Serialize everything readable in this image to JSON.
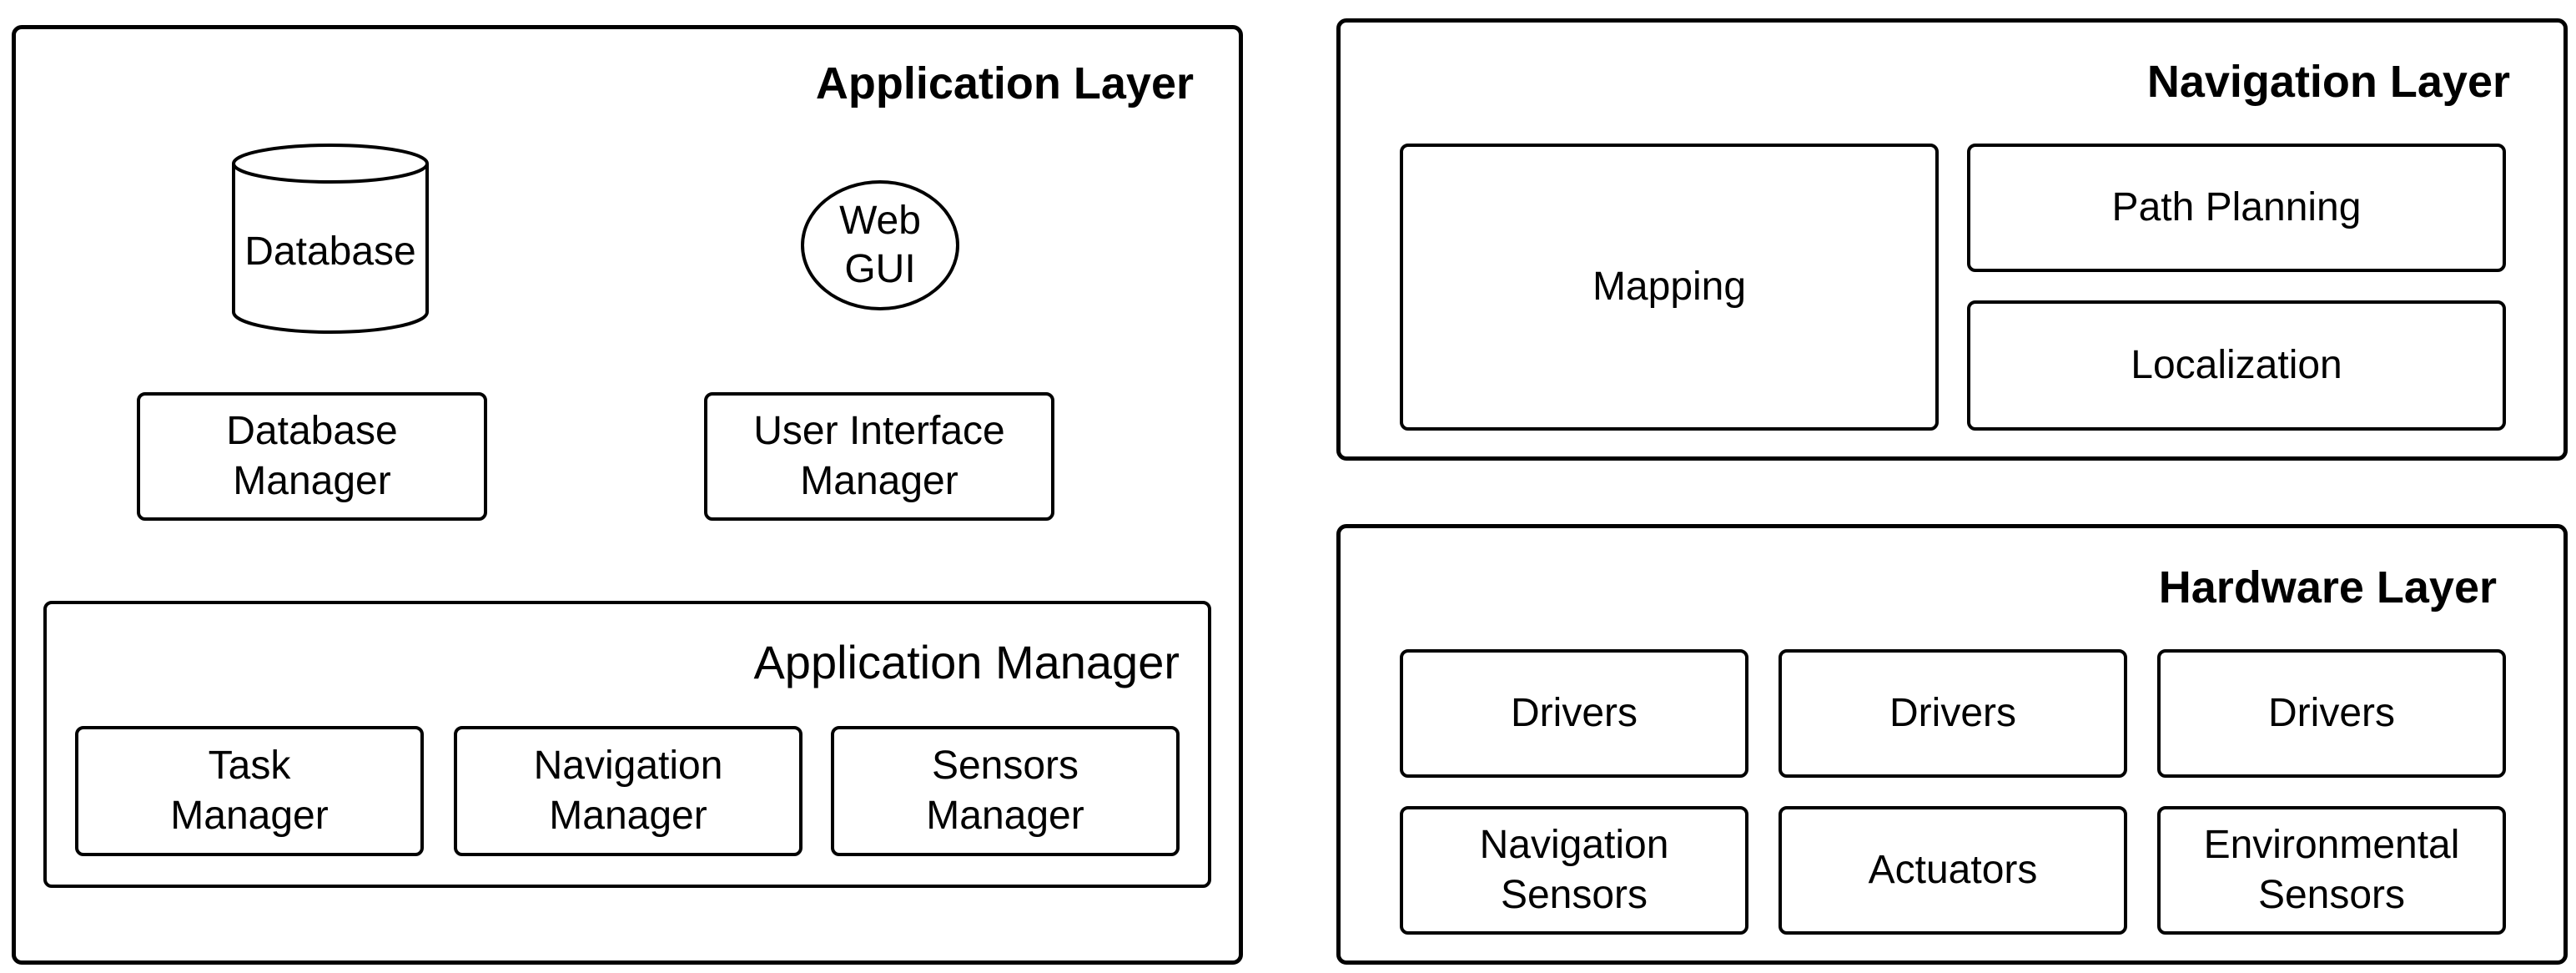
{
  "application_layer": {
    "title": "Application Layer",
    "database": "Database",
    "web_gui": "Web\nGUI",
    "database_manager": "Database\nManager",
    "ui_manager": "User Interface\nManager",
    "app_manager": {
      "title": "Application Manager",
      "items": [
        "Task\nManager",
        "Navigation\nManager",
        "Sensors\nManager"
      ]
    }
  },
  "navigation_layer": {
    "title": "Navigation Layer",
    "mapping": "Mapping",
    "path_planning": "Path Planning",
    "localization": "Localization"
  },
  "hardware_layer": {
    "title": "Hardware Layer",
    "items": [
      "Drivers",
      "Drivers",
      "Drivers",
      "Navigation\nSensors",
      "Actuators",
      "Environmental\nSensors"
    ]
  }
}
